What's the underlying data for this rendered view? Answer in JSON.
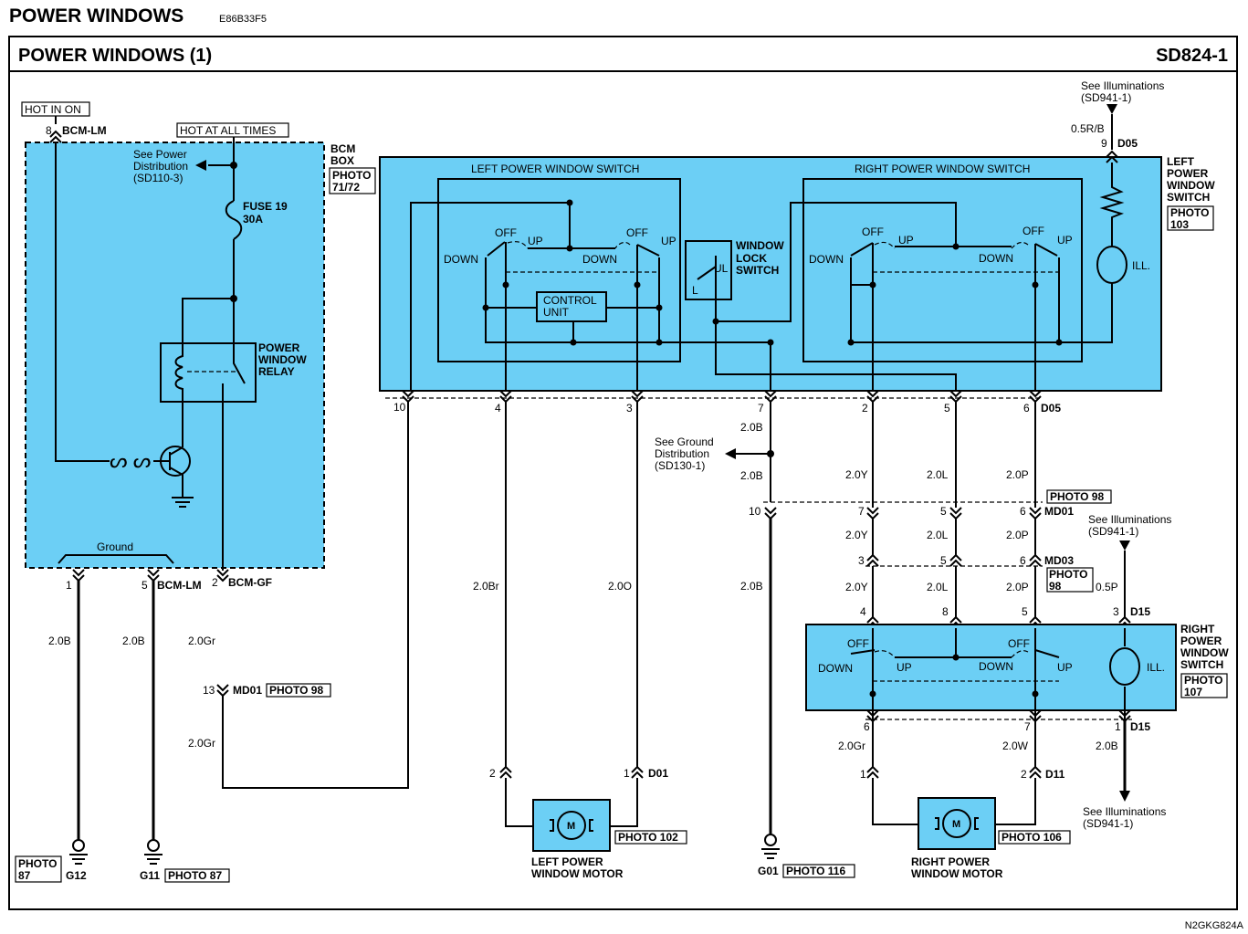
{
  "page": {
    "section_title": "POWER WINDOWS",
    "section_code": "E86B33F5",
    "diagram_title": "POWER WINDOWS (1)",
    "diagram_code": "SD824-1",
    "footer_code": "N2GKG824A"
  },
  "power": {
    "hot_in_on": "HOT IN ON",
    "hot_at_all_times": "HOT AT ALL TIMES",
    "see_power_l1": "See Power",
    "see_power_l2": "Distribution",
    "see_power_l3": "(SD110-3)",
    "fuse_l1": "FUSE 19",
    "fuse_l2": "30A"
  },
  "bcm": {
    "label_l1": "BCM",
    "label_l2": "BOX",
    "photo_l1": "PHOTO",
    "photo_l2": "71/72",
    "pin8": "8",
    "conn_top": "BCM-LM",
    "relay_l1": "POWER",
    "relay_l2": "WINDOW",
    "relay_l3": "RELAY",
    "ground": "Ground",
    "pin1": "1",
    "pin5": "5",
    "conn_bottom_lm": "BCM-LM",
    "pin2": "2",
    "conn_bottom_gf": "BCM-GF"
  },
  "left_switch": {
    "label_l1": "LEFT",
    "label_l2": "POWER",
    "label_l3": "WINDOW",
    "label_l4": "SWITCH",
    "photo_l1": "PHOTO",
    "photo_l2": "103",
    "left_section": "LEFT POWER WINDOW SWITCH",
    "right_section": "RIGHT POWER WINDOW SWITCH",
    "off": "OFF",
    "up": "UP",
    "down": "DOWN",
    "control_l1": "CONTROL",
    "control_l2": "UNIT",
    "lock_l1": "WINDOW",
    "lock_l2": "LOCK",
    "lock_l3": "SWITCH",
    "lock_ul": "UL",
    "lock_l": "L",
    "ill": "ILL.",
    "see_illum_l1": "See Illuminations",
    "see_illum_l2": "(SD941-1)",
    "wire_top": "0.5R/B",
    "pin_top": "9",
    "conn": "D05",
    "pin10": "10",
    "pin4": "4",
    "pin3": "3",
    "pin7": "7",
    "pin2": "2",
    "pin5": "5",
    "pin6": "6"
  },
  "ground_dist": {
    "l1": "See Ground",
    "l2": "Distribution",
    "l3": "(SD130-1)"
  },
  "wires": {
    "b20": "2.0B",
    "y20": "2.0Y",
    "l20": "2.0L",
    "p20": "2.0P",
    "br20": "2.0Br",
    "o20": "2.0O",
    "gr20": "2.0Gr",
    "w20": "2.0W",
    "p05": "0.5P"
  },
  "connectors": {
    "md01": "MD01",
    "md03": "MD03",
    "d15": "D15",
    "d01": "D01",
    "d11": "D11",
    "photo98": "PHOTO 98",
    "photo_l1": "PHOTO",
    "photo_98_short": "98",
    "md01_pin10": "10",
    "md01_pin7": "7",
    "md01_pin5": "5",
    "md01_pin6": "6",
    "md03_pin3": "3",
    "md03_pin5": "5",
    "md03_pin6": "6",
    "md01_pin13": "13",
    "d15_pin4": "4",
    "d15_pin8": "8",
    "d15_pin5": "5",
    "d15_pin3": "3",
    "d15_pin6": "6",
    "d15_pin7": "7",
    "d15_pin1": "1",
    "d01_pin2": "2",
    "d01_pin1": "1",
    "d11_pin1": "1",
    "d11_pin2": "2"
  },
  "right_switch": {
    "label_l1": "RIGHT",
    "label_l2": "POWER",
    "label_l3": "WINDOW",
    "label_l4": "SWITCH",
    "photo_l1": "PHOTO",
    "photo_l2": "107",
    "see_illum_l1": "See Illuminations",
    "see_illum_l2": "(SD941-1)"
  },
  "motors": {
    "m": "M",
    "left_l1": "LEFT POWER",
    "left_l2": "WINDOW MOTOR",
    "left_photo": "PHOTO 102",
    "right_l1": "RIGHT POWER",
    "right_l2": "WINDOW MOTOR",
    "right_photo": "PHOTO 106"
  },
  "grounds": {
    "g12": "G12",
    "g11": "G11",
    "g01": "G01",
    "photo87_l1": "PHOTO",
    "photo87_l2": "87",
    "photo87": "PHOTO 87",
    "photo116": "PHOTO 116"
  },
  "colors": {
    "module_fill": "#6ccff5",
    "wire": "#000000",
    "background": "#ffffff"
  }
}
